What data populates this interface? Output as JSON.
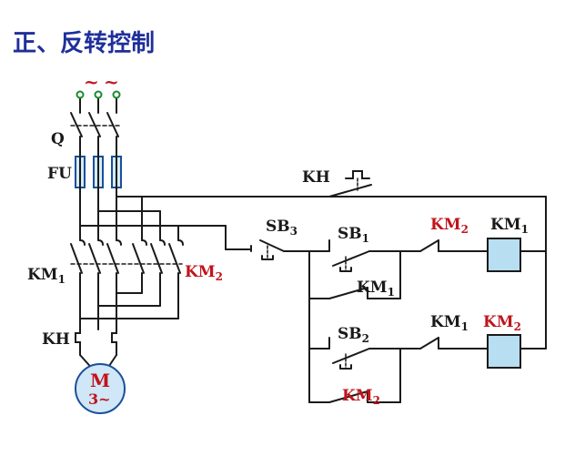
{
  "title": "正、反转控制",
  "colors": {
    "title": "#1f2f9a",
    "line": "#1a1a1a",
    "label_dark": "#1a1a1a",
    "label_red": "#c0141b",
    "fuse_fill": "#d6ecf7",
    "fuse_stroke": "#1a4f9a",
    "coil_fill": "#b7def1",
    "motor_fill": "#cfe7f7",
    "motor_stroke": "#1a4f9a",
    "motor_text": "#c0141b",
    "supply_dot": "#1a8a2c",
    "tilde": "#c0141b"
  },
  "labels": {
    "tilde": "~",
    "q": "Q",
    "fu": "FU",
    "km1_main": "KM",
    "km1_main_sub": "1",
    "km2_main": "KM",
    "km2_main_sub": "2",
    "kh_main": "KH",
    "kh_ctrl": "KH",
    "sb3": "SB",
    "sb3_sub": "3",
    "sb1": "SB",
    "sb1_sub": "1",
    "sb2": "SB",
    "sb2_sub": "2",
    "km2_interlock_top": "KM",
    "km2_interlock_top_sub": "2",
    "km1_coil": "KM",
    "km1_coil_sub": "1",
    "km1_aux": "KM",
    "km1_aux_sub": "1",
    "km1_interlock_bottom": "KM",
    "km1_interlock_bottom_sub": "1",
    "km2_coil": "KM",
    "km2_coil_sub": "2",
    "km2_aux": "KM",
    "km2_aux_sub": "2",
    "motor_letter": "M",
    "motor_phase": "3~"
  }
}
